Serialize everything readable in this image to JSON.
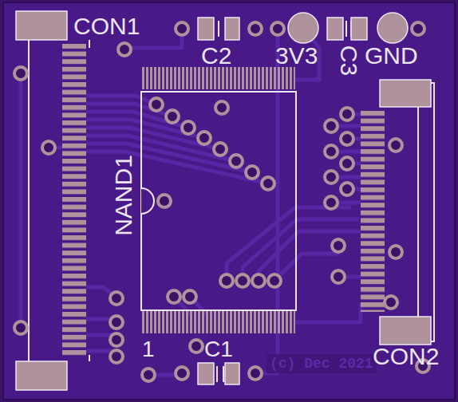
{
  "diagram": {
    "labels": [
      "CON1",
      "C2",
      "3V3",
      "C3",
      "GND",
      "NAND1",
      "1",
      "C1",
      "CON2",
      "(c) Dec 2021"
    ]
  }
}
